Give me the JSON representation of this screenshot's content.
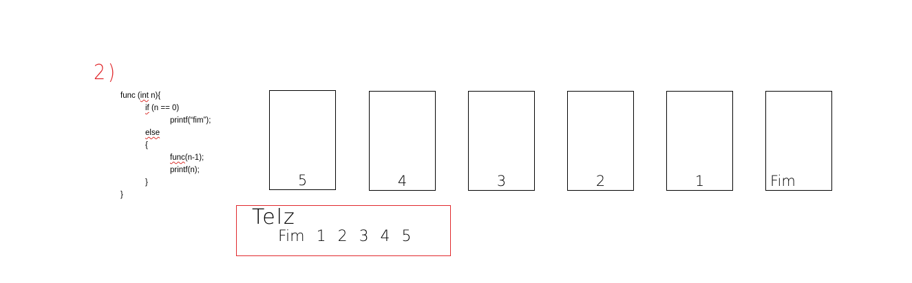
{
  "question": {
    "number": "2)"
  },
  "code": {
    "line1_a": "func (",
    "line1_b": "int",
    "line1_c": " n){",
    "line2_a": "if",
    "line2_b": " (n == 0)",
    "line3": "printf(“fim”);",
    "line4": "else",
    "line5": "{",
    "line6_a": "func",
    "line6_b": "(n-1);",
    "line7": "printf(n);",
    "line8": "}",
    "line9": "}"
  },
  "stack_frames": [
    "5",
    "4",
    "3",
    "2",
    "1",
    "Fim"
  ],
  "output": {
    "title": "Telz",
    "sequence": "Fim 1 2 3 4 5"
  }
}
